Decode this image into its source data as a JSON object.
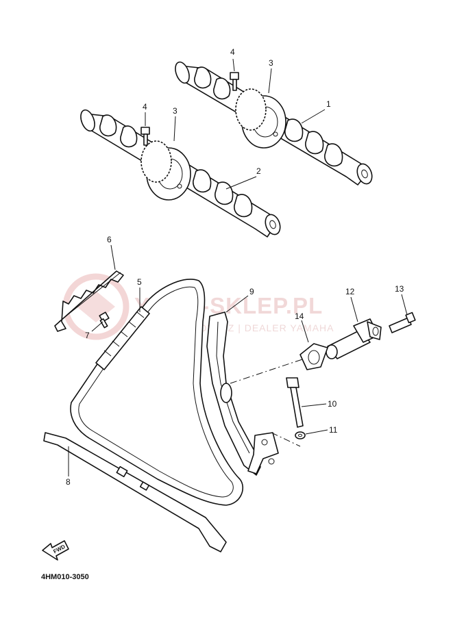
{
  "watermark": {
    "title": "YAMA-SKLEP.PL",
    "subtitle": "WOJCIECHOWICZ | DEALER YAMAHA"
  },
  "parts": [
    {
      "id": "part-1-label",
      "text": "1"
    },
    {
      "id": "part-2-label",
      "text": "2"
    },
    {
      "id": "part-3a-label",
      "text": "3"
    },
    {
      "id": "part-3b-label",
      "text": "3"
    },
    {
      "id": "part-4a-label",
      "text": "4"
    },
    {
      "id": "part-4b-label",
      "text": "4"
    },
    {
      "id": "part-5-label",
      "text": "5"
    },
    {
      "id": "part-6-label",
      "text": "6"
    },
    {
      "id": "part-7-label",
      "text": "7"
    },
    {
      "id": "part-8-label",
      "text": "8"
    },
    {
      "id": "part-9-label",
      "text": "9"
    },
    {
      "id": "part-10-label",
      "text": "10"
    },
    {
      "id": "part-11-label",
      "text": "11"
    },
    {
      "id": "part-12-label",
      "text": "12"
    },
    {
      "id": "part-13-label",
      "text": "13"
    },
    {
      "id": "part-14-label",
      "text": "14"
    }
  ],
  "direction_arrow": {
    "text": "FWD",
    "icon": "forward-arrow-icon"
  },
  "diagram_code": "4HM010-3050"
}
